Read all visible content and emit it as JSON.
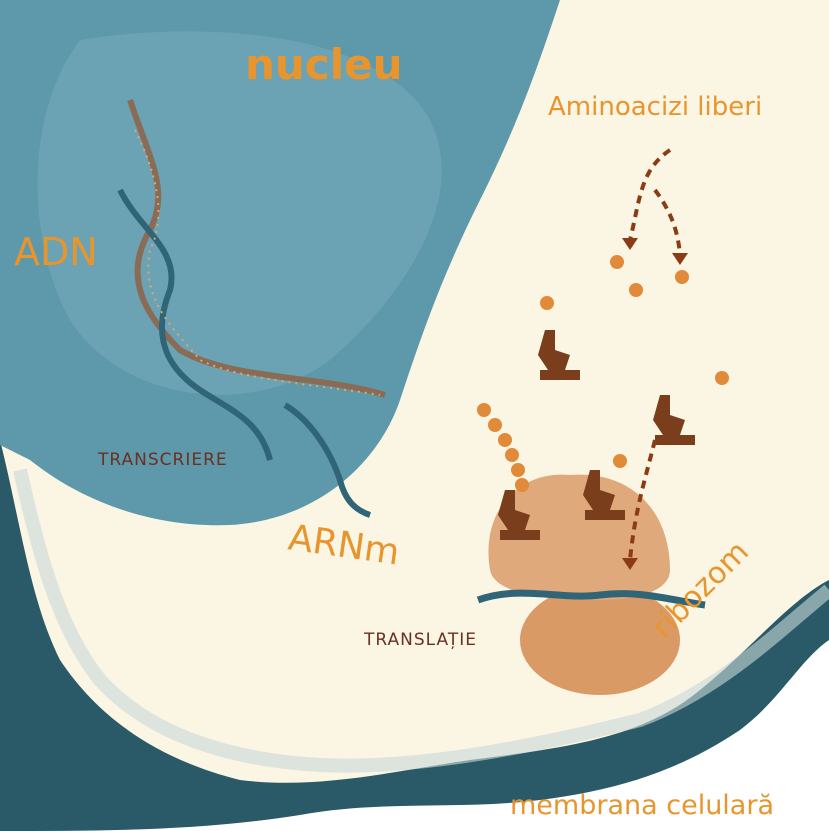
{
  "title": "Sinteza proteinelor",
  "labels": {
    "nucleus": "nucleu",
    "free_amino_acids": "Aminoacizi liberi",
    "dna": "ADN",
    "transcription": "TRANSCRIERE",
    "mrna": "ARNm",
    "translation": "TRANSLAȚIE",
    "ribosome": "ribozom",
    "cell_membrane": "membrana celulară"
  },
  "colors": {
    "nucleus": "#5e98ab",
    "membrane": "#2a5a68",
    "cytoplasm": "#fbf5e4",
    "label_orange": "#e8952e",
    "label_brown": "#6b3020",
    "ribosome": "#d99a66",
    "trna": "#7a3e1c",
    "amino_acid": "#e08a3a"
  }
}
